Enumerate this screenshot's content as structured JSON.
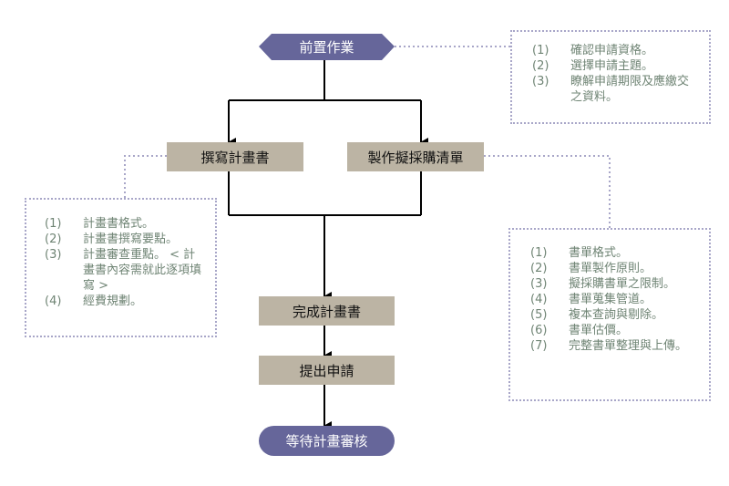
{
  "colors": {
    "terminal_fill": "#66669a",
    "process_fill": "#bcb4a4",
    "note_border": "#a8a6c8",
    "note_text": "#6f8474",
    "connector": "#000000"
  },
  "nodes": {
    "start": "前置作業",
    "write_plan": "撰寫計畫書",
    "make_list": "製作擬採購清單",
    "complete_plan": "完成計畫書",
    "submit": "提出申請",
    "end": "等待計畫審核"
  },
  "notes": {
    "start": [
      {
        "num": "(1)",
        "text": "確認申請資格。"
      },
      {
        "num": "(2)",
        "text": "選擇申請主題。"
      },
      {
        "num": "(3)",
        "text": "瞭解申請期限及應繳交之資料。"
      }
    ],
    "write_plan": [
      {
        "num": "(1)",
        "text": "計畫書格式。"
      },
      {
        "num": "(2)",
        "text": "計畫書撰寫要點。"
      },
      {
        "num": "(3)",
        "text": "計畫審查重點。 < 計畫書內容需就此逐項填寫 >"
      },
      {
        "num": "(4)",
        "text": "經費規劃。"
      }
    ],
    "make_list": [
      {
        "num": "(1)",
        "text": "書單格式。"
      },
      {
        "num": "(2)",
        "text": "書單製作原則。"
      },
      {
        "num": "(3)",
        "text": "擬採購書單之限制。"
      },
      {
        "num": "(4)",
        "text": "書單蒐集管道。"
      },
      {
        "num": "(5)",
        "text": "複本查詢與剔除。"
      },
      {
        "num": "(6)",
        "text": "書單估價。"
      },
      {
        "num": "(7)",
        "text": "完整書單整理與上傳。"
      }
    ]
  }
}
